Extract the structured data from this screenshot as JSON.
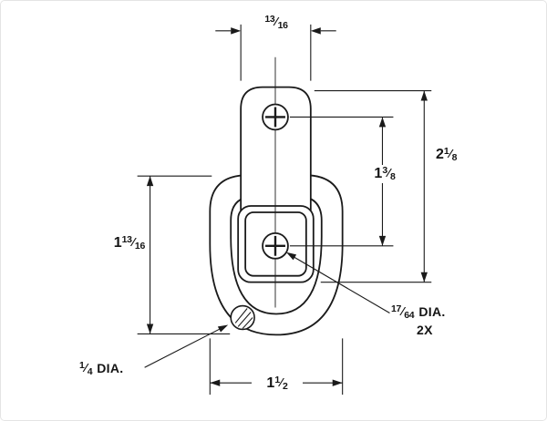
{
  "drawing": {
    "labels": {
      "top_width": {
        "num": "13",
        "den": "16"
      },
      "overall_height": {
        "whole": "2",
        "num": "1",
        "den": "8"
      },
      "hole_spacing": {
        "whole": "1",
        "num": "3",
        "den": "8"
      },
      "ring_height": {
        "whole": "1",
        "num": "13",
        "den": "16"
      },
      "bottom_width": {
        "whole": "1",
        "num": "1",
        "den": "2"
      },
      "hole_diameter": {
        "num": "17",
        "den": "64",
        "label": "DIA.",
        "count": "2X"
      },
      "rod_diameter": {
        "num": "1",
        "den": "4",
        "label": "DIA."
      }
    },
    "line_color": "#1a1a1a",
    "background": "#ffffff"
  }
}
